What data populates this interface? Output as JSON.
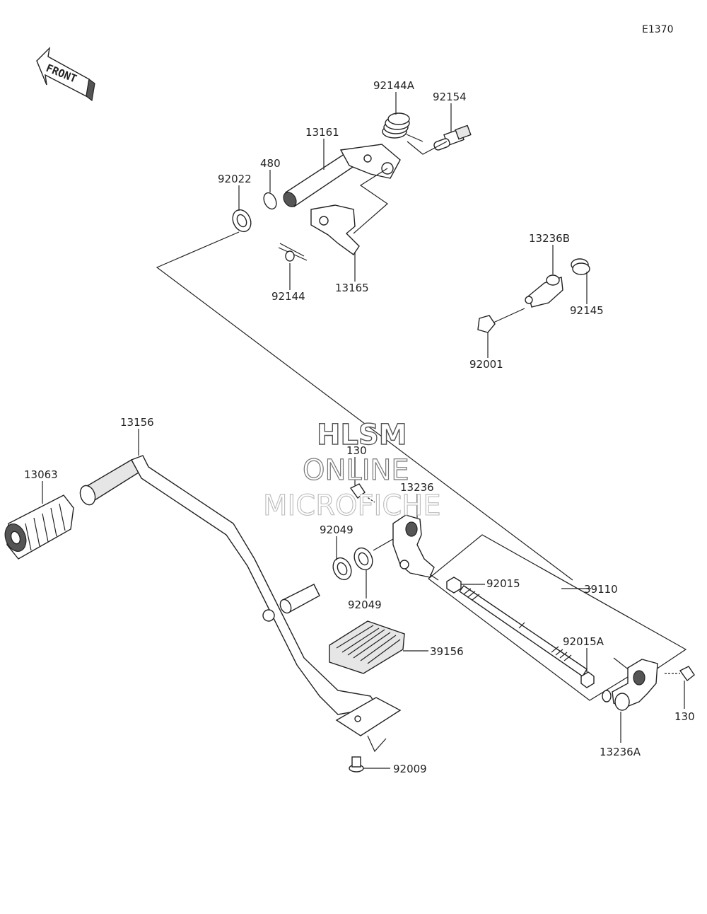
{
  "diagram_code": "E1370",
  "front_label": "FRONT",
  "watermark": {
    "line1": "HLSM",
    "line2": "ONLINE",
    "line3": "MICROFICHE"
  },
  "parts": {
    "p92144A": "92144A",
    "p92154": "92154",
    "p13161": "13161",
    "p480": "480",
    "p92022": "92022",
    "p92144": "92144",
    "p13165": "13165",
    "p13236B": "13236B",
    "p92145": "92145",
    "p92001": "92001",
    "p13156": "13156",
    "p13063": "13063",
    "p130_top": "130",
    "p13236": "13236",
    "p92049_a": "92049",
    "p92049_b": "92049",
    "p92015": "92015",
    "p39110": "39110",
    "p39156": "39156",
    "p92015A": "92015A",
    "p130_right": "130",
    "p13236A": "13236A",
    "p92009": "92009"
  }
}
